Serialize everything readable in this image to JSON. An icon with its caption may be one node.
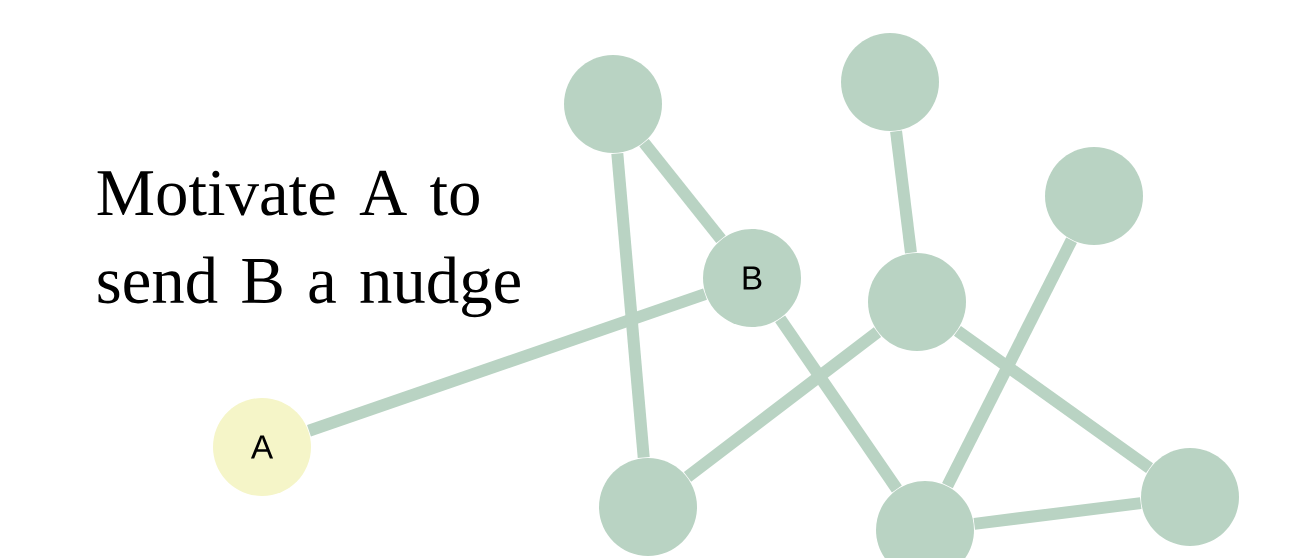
{
  "diagram": {
    "title": "Motivate A to send B a nudge",
    "nodes": [
      {
        "text": [
          "A"
        ]
      },
      {
        "text": [
          "B"
        ]
      },
      {
        "text": [],
        "shape": "circle"
      },
      {
        "text": [],
        "shape": "circle"
      },
      {
        "text": [],
        "shape": "circle"
      },
      {
        "text": [],
        "shape": "circle"
      },
      {
        "text": [],
        "shape": "circle"
      },
      {
        "text": [],
        "shape": "circle"
      },
      {
        "text": [],
        "shape": "circle"
      }
    ],
    "edges": [
      {
        "from": 0,
        "to": 1,
        "arrow": "none"
      },
      {
        "from": 2,
        "to": 1,
        "arrow": "none"
      },
      {
        "from": 2,
        "to": 6,
        "arrow": "none"
      },
      {
        "from": 3,
        "to": 5,
        "arrow": "none"
      },
      {
        "from": 4,
        "to": 7,
        "arrow": "none"
      },
      {
        "from": 5,
        "to": 6,
        "arrow": "none"
      },
      {
        "from": 1,
        "to": 7,
        "arrow": "none"
      },
      {
        "from": 5,
        "to": 8,
        "arrow": "none"
      },
      {
        "from": 7,
        "to": 8,
        "arrow": "none"
      }
    ]
  }
}
